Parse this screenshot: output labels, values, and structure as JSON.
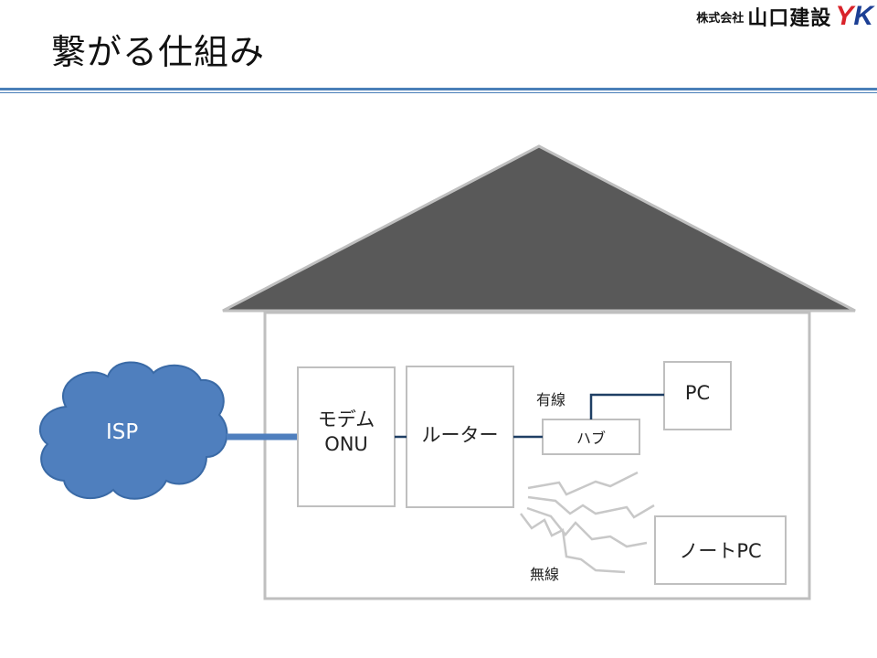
{
  "title": "繋がる仕組み",
  "logo": {
    "company_prefix": "株式会社",
    "company_name": "山口建設",
    "mark_y": "Y",
    "mark_k": "K"
  },
  "colors": {
    "accent_line": "#4a7fb8",
    "cloud_fill": "#4f7fbe",
    "roof_fill": "#595959",
    "house_stroke": "#bfbfbf",
    "wire": "#1f3f64"
  },
  "diagram": {
    "isp": "ISP",
    "modem": [
      "モデム",
      "ONU"
    ],
    "router": "ルーター",
    "hub": "ハブ",
    "pc": "PC",
    "laptop": "ノートPC",
    "wired_label": "有線",
    "wireless_label": "無線"
  }
}
